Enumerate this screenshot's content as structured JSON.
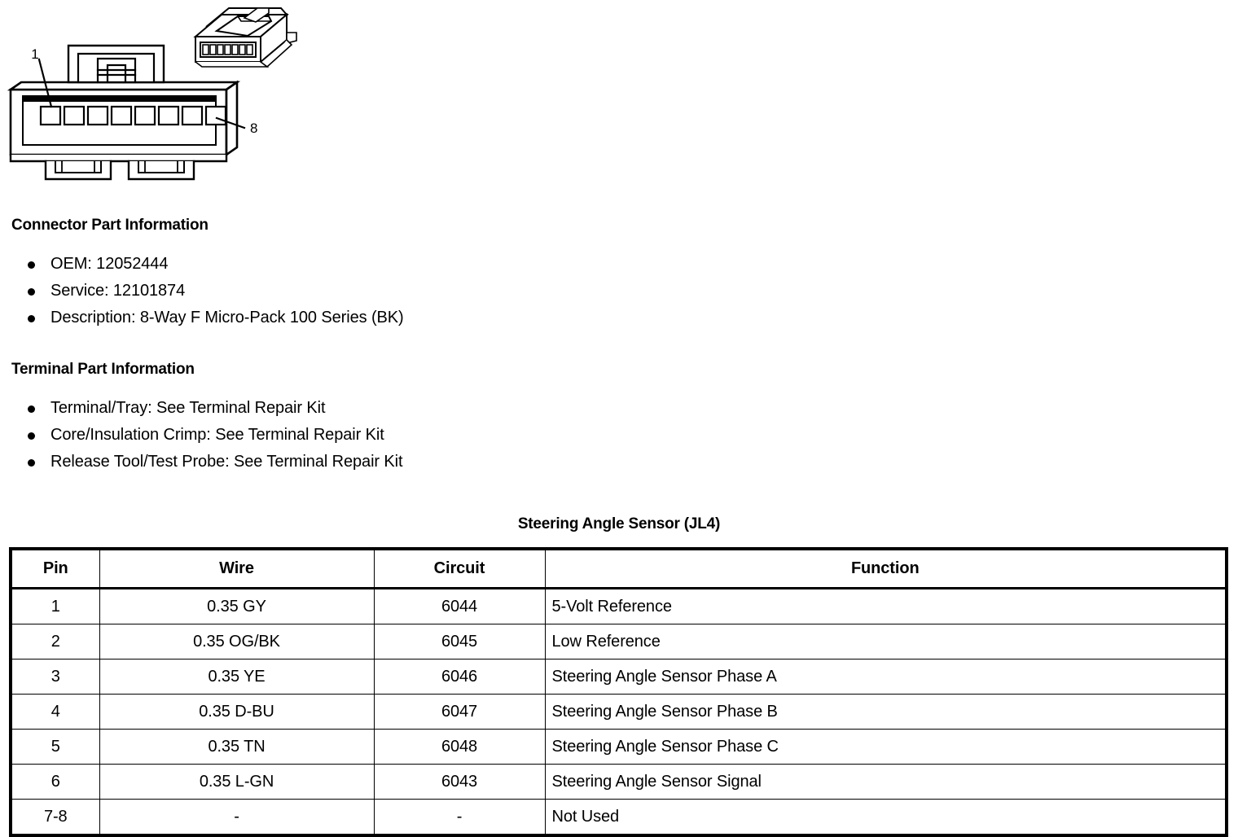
{
  "figure": {
    "name": "8-way connector illustration",
    "front_view_callouts": [
      {
        "label": "1",
        "description": "pin 1 cavity callout"
      },
      {
        "label": "8",
        "description": "pin 8 cavity callout"
      }
    ],
    "cavity_count": 8
  },
  "connector_part_information": {
    "heading": "Connector Part Information",
    "items": [
      "OEM: 12052444",
      "Service: 12101874",
      "Description: 8-Way F Micro-Pack 100 Series (BK)"
    ]
  },
  "terminal_part_information": {
    "heading": "Terminal Part Information",
    "items": [
      "Terminal/Tray: See Terminal Repair Kit",
      "Core/Insulation Crimp: See Terminal Repair Kit",
      "Release Tool/Test Probe: See Terminal Repair Kit"
    ]
  },
  "pin_table": {
    "title": "Steering Angle Sensor (JL4)",
    "columns": [
      "Pin",
      "Wire",
      "Circuit",
      "Function"
    ],
    "rows": [
      {
        "pin": "1",
        "wire": "0.35 GY",
        "circuit": "6044",
        "function": "5-Volt Reference"
      },
      {
        "pin": "2",
        "wire": "0.35 OG/BK",
        "circuit": "6045",
        "function": "Low Reference"
      },
      {
        "pin": "3",
        "wire": "0.35 YE",
        "circuit": "6046",
        "function": "Steering Angle Sensor Phase A"
      },
      {
        "pin": "4",
        "wire": "0.35 D-BU",
        "circuit": "6047",
        "function": "Steering Angle Sensor Phase B"
      },
      {
        "pin": "5",
        "wire": "0.35 TN",
        "circuit": "6048",
        "function": "Steering Angle Sensor Phase C"
      },
      {
        "pin": "6",
        "wire": "0.35 L-GN",
        "circuit": "6043",
        "function": "Steering Angle Sensor Signal"
      },
      {
        "pin": "7-8",
        "wire": "-",
        "circuit": "-",
        "function": "Not Used"
      }
    ]
  }
}
